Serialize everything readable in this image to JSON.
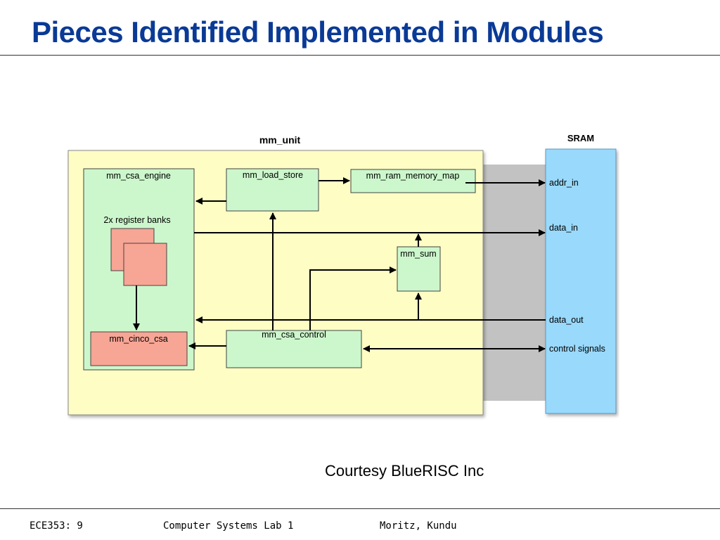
{
  "slide": {
    "title": "Pieces Identified Implemented in Modules",
    "courtesy": "Courtesy BlueRISC Inc"
  },
  "diagram": {
    "mm_unit_label": "mm_unit",
    "sram_label": "SRAM",
    "modules": {
      "csa_engine": "mm_csa_engine",
      "register_banks": "2x register banks",
      "cinco_csa": "mm_cinco_csa",
      "load_store": "mm_load_store",
      "ram_memory_map": "mm_ram_memory_map",
      "sum": "mm_sum",
      "csa_control": "mm_csa_control"
    },
    "sram_ports": {
      "addr_in": "addr_in",
      "data_in": "data_in",
      "data_out": "data_out",
      "control_signals": "control signals"
    },
    "colors": {
      "mm_unit_fill": "#fdfdc4",
      "module_fill": "#ccf7cc",
      "register_fill": "#f7a595",
      "sram_fill": "#99d9fb",
      "bus_fill": "#c2c2c2",
      "title": "#0a3a96"
    }
  },
  "footer": {
    "course": "ECE353: 9",
    "lab": "Computer Systems Lab 1",
    "authors": "Moritz, Kundu"
  }
}
